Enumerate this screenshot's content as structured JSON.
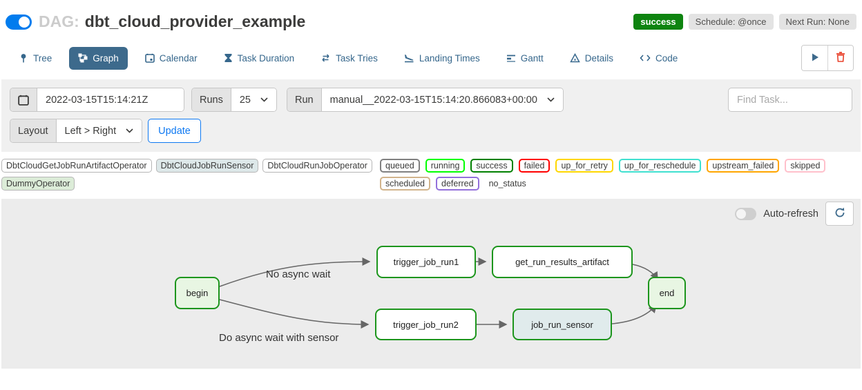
{
  "header": {
    "dag_prefix": "DAG:",
    "dag_title": "dbt_cloud_provider_example",
    "status_badge": "success",
    "status_color": "#0e8410",
    "schedule_badge": "Schedule: @once",
    "next_run_badge": "Next Run: None"
  },
  "tabs": [
    {
      "label": "Tree",
      "icon": "tree-icon",
      "active": false
    },
    {
      "label": "Graph",
      "icon": "graph-icon",
      "active": true
    },
    {
      "label": "Calendar",
      "icon": "calendar-icon",
      "active": false
    },
    {
      "label": "Task Duration",
      "icon": "hourglass-icon",
      "active": false
    },
    {
      "label": "Task Tries",
      "icon": "repeat-icon",
      "active": false
    },
    {
      "label": "Landing Times",
      "icon": "plane-landing-icon",
      "active": false
    },
    {
      "label": "Gantt",
      "icon": "gantt-icon",
      "active": false
    },
    {
      "label": "Details",
      "icon": "details-icon",
      "active": false
    },
    {
      "label": "Code",
      "icon": "code-icon",
      "active": false
    }
  ],
  "filters": {
    "date_value": "2022-03-15T15:14:21Z",
    "runs_label": "Runs",
    "runs_value": "25",
    "run_label": "Run",
    "run_value": "manual__2022-03-15T15:14:20.866083+00:00",
    "find_task_placeholder": "Find Task...",
    "layout_label": "Layout",
    "layout_value": "Left > Right",
    "update_button": "Update"
  },
  "legend": {
    "operators": [
      {
        "label": "DbtCloudGetJobRunArtifactOperator",
        "fill": "#ffffff"
      },
      {
        "label": "DbtCloudJobRunSensor",
        "fill": "#dde8e9"
      },
      {
        "label": "DbtCloudRunJobOperator",
        "fill": "#ffffff"
      },
      {
        "label": "DummyOperator",
        "fill": "#dcecd8"
      }
    ],
    "statuses": [
      {
        "label": "queued",
        "color": "#808080"
      },
      {
        "label": "running",
        "color": "#00ff00"
      },
      {
        "label": "success",
        "color": "#008000"
      },
      {
        "label": "failed",
        "color": "#ff0000"
      },
      {
        "label": "up_for_retry",
        "color": "#ffd700"
      },
      {
        "label": "up_for_reschedule",
        "color": "#40e0d0"
      },
      {
        "label": "upstream_failed",
        "color": "#ffa500"
      },
      {
        "label": "skipped",
        "color": "#ffc0cb"
      },
      {
        "label": "scheduled",
        "color": "#d2b48c"
      },
      {
        "label": "deferred",
        "color": "#9370db"
      }
    ],
    "no_status_label": "no_status"
  },
  "graph": {
    "auto_refresh_label": "Auto-refresh",
    "edge_labels": [
      "No async wait",
      "Do async wait with sensor"
    ],
    "nodes": [
      {
        "label": "begin",
        "fill": "#e8f6e3",
        "border": "#1c951c"
      },
      {
        "label": "trigger_job_run1",
        "fill": "#ffffff",
        "border": "#1c951c"
      },
      {
        "label": "get_run_results_artifact",
        "fill": "#ffffff",
        "border": "#1c951c"
      },
      {
        "label": "end",
        "fill": "#e8f6e3",
        "border": "#1c951c"
      },
      {
        "label": "trigger_job_run2",
        "fill": "#ffffff",
        "border": "#1c951c"
      },
      {
        "label": "job_run_sensor",
        "fill": "#e0ebec",
        "border": "#1c951c"
      }
    ]
  }
}
